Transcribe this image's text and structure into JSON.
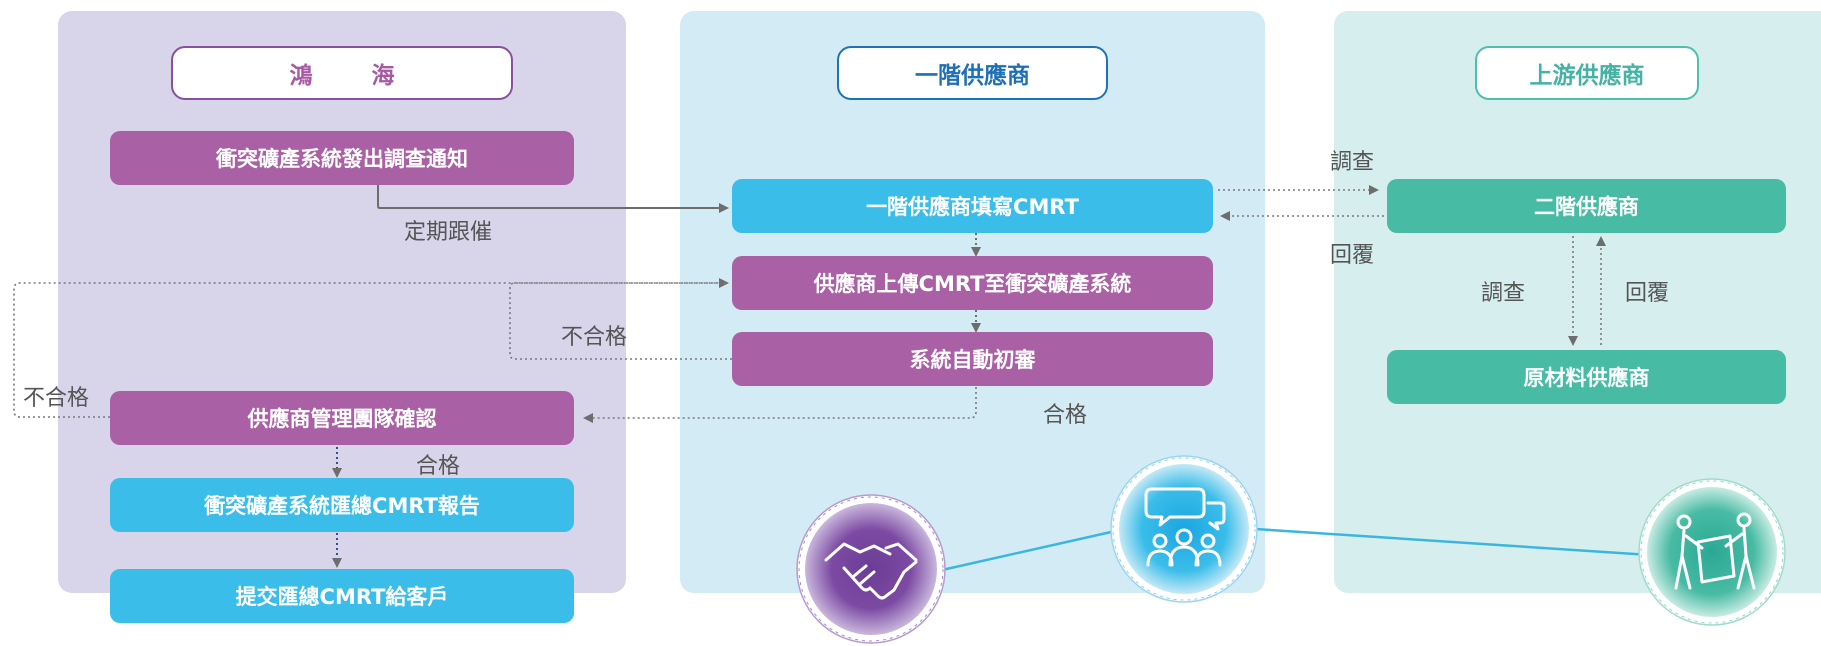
{
  "lanes": {
    "honhai": {
      "title": "鴻　海"
    },
    "tier1": {
      "title": "一階供應商"
    },
    "upstream": {
      "title": "上游供應商"
    }
  },
  "boxes": {
    "survey_notice": "衝突礦產系統發出調查通知",
    "tier1_fill": "一階供應商填寫CMRT",
    "upload": "供應商上傳CMRT至衝突礦產系統",
    "auto_review": "系統自動初審",
    "team_confirm": "供應商管理團隊確認",
    "summary_report": "衝突礦產系統匯總CMRT報告",
    "submit": "提交匯總CMRT給客戶",
    "tier2": "二階供應商",
    "raw_material": "原材料供應商"
  },
  "labels": {
    "follow_up": "定期跟催",
    "fail_1": "不合格",
    "fail_2": "不合格",
    "pass_1": "合格",
    "pass_2": "合格",
    "survey_1": "調查",
    "reply_1": "回覆",
    "survey_2": "調查",
    "reply_2": "回覆"
  },
  "icons": [
    "handshake-icon",
    "meeting-chat-icon",
    "collaboration-icon"
  ],
  "colors": {
    "purple": "#aa60a4",
    "blue": "#3bbde9",
    "teal": "#48bba4",
    "lane_purple": "#d8d4ea",
    "lane_blue": "#d3ebf4",
    "lane_teal": "#d7eeee"
  }
}
